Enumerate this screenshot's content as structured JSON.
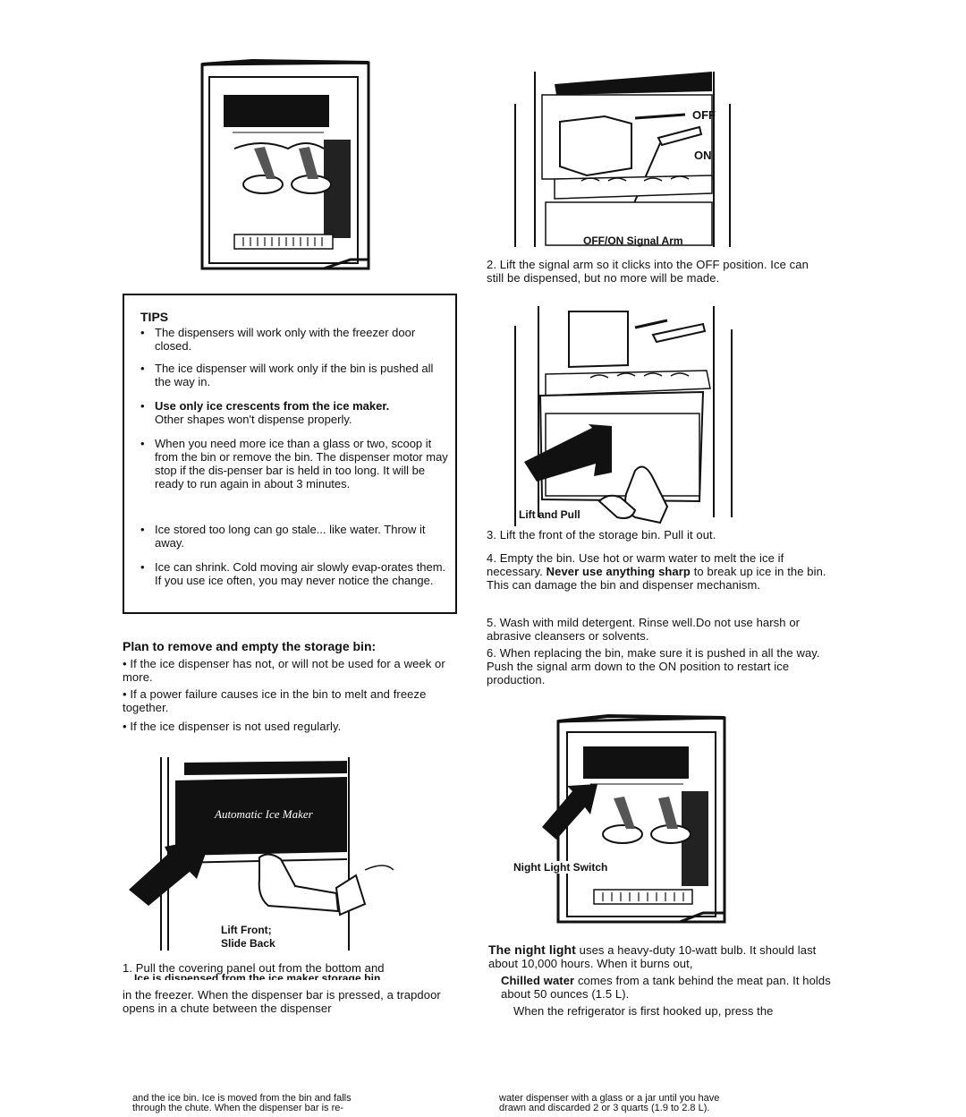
{
  "tips": {
    "title": "TIPS",
    "items": [
      {
        "bullet": "•",
        "text": "The dispensers will work only with the freezer door closed."
      },
      {
        "bullet": "•",
        "text": "The ice dispenser will work only if the bin is pushed all the way in."
      },
      {
        "bullet": "•",
        "bold": "Use only ice crescents from the ice maker.",
        "text": "Other shapes won't dispense properly."
      },
      {
        "bullet": "•",
        "text": "When you need more ice than a glass or two, scoop it from the bin or remove the bin. The dispenser motor may stop if the dis-penser bar is held in too long. It will be ready to run again in about 3 minutes."
      },
      {
        "bullet": "•",
        "text": "Ice stored too long can go stale... like water. Throw it away."
      },
      {
        "bullet": "•",
        "text": "Ice can shrink. Cold moving air slowly evap-orates them. If you use ice often, you may never notice the change."
      }
    ]
  },
  "plan": {
    "heading": "Plan to remove and empty the storage bin:",
    "items": [
      "• If the ice dispenser has not, or will not be used for a week or more.",
      "• If a power failure causes ice in the bin to melt and freeze together.",
      "• If the ice dispenser is not used regularly."
    ]
  },
  "figures": {
    "signal_arm": {
      "off": "OFF",
      "on": "ON",
      "caption": "OFF/ON Signal Arm"
    },
    "lift_pull": {
      "caption": "Lift and Pull"
    },
    "lift_front": {
      "caption_1": "Lift Front;",
      "caption_2": "Slide Back",
      "panel_label": "Automatic Ice Maker"
    },
    "night_light": {
      "caption": "Night Light Switch"
    }
  },
  "steps": {
    "step1": "1. Pull the covering panel out from the bottom and",
    "step1_cut": "Ice is dispensed from the ice maker storage bin",
    "step1_cont": "in the freezer. When the dispenser bar is pressed, a trapdoor opens in a chute between the dispenser",
    "step2": "2. Lift the signal arm so it clicks into the OFF position. Ice can still be dispensed, but no more will be made.",
    "step3": "3. Lift the front of the storage bin. Pull it out.",
    "step4_a": "4. Empty the bin. Use hot or warm water to melt the ice if necessary.",
    "step4_bold": "Never use anything sharp",
    "step4_b": "to break up ice in the bin. This can damage the bin and dispenser mechanism.",
    "step5": "5. Wash with mild detergent. Rinse well.Do not use harsh or abrasive cleansers or solvents.",
    "step6": "6. When replacing the bin, make sure it is pushed in all the way. Push the signal arm down to the ON position to restart ice production."
  },
  "night_light": {
    "bold": "The night light",
    "text": "uses a heavy-duty 10-watt bulb. It should last about 10,000 hours. When it burns out,",
    "chilled_bold": "Chilled water",
    "chilled_text": "comes from a tank behind the meat pan. It holds about 50 ounces (1.5 L).",
    "first_hooked": "When the refrigerator is first hooked up, press the"
  },
  "bottom": {
    "left_1": "and the ice bin. Ice is moved from the bin and falls",
    "left_2": "through the chute. When the dispenser bar is re-",
    "right_1": "water dispenser with a glass or a jar until you have",
    "right_2": "drawn and discarded 2 or 3 quarts (1.9 to 2.8 L)."
  }
}
